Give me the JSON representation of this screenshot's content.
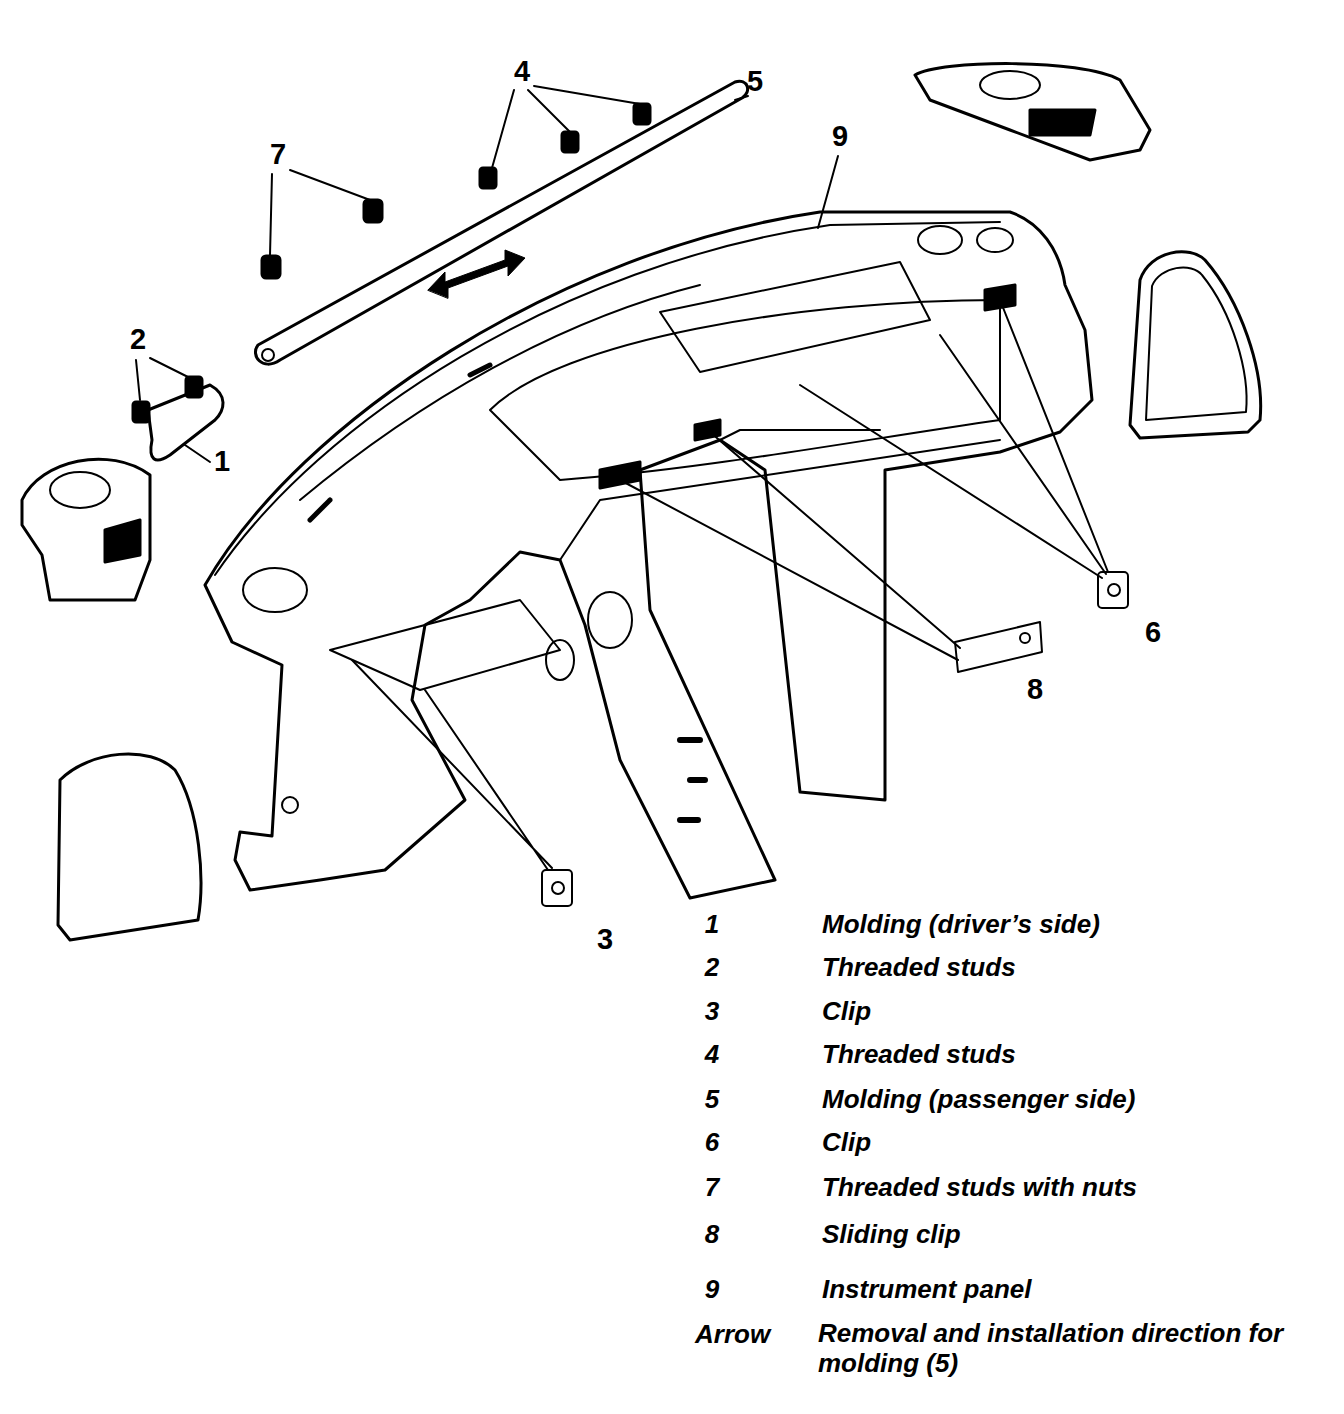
{
  "diagram": {
    "labels": [
      "4",
      "5",
      "9",
      "7",
      "2",
      "1",
      "6",
      "8",
      "3",
      "1",
      "Molding (driver’s side)",
      "2",
      "Threaded studs",
      "3",
      "Clip",
      "4",
      "Threaded studs",
      "5",
      "Molding (passenger side)",
      "6",
      "Clip",
      "7",
      "Threaded studs with nuts",
      "8",
      "Sliding clip",
      "9",
      "Instrument panel",
      "Arrow",
      "Removal and installation direction for molding (5)"
    ]
  }
}
